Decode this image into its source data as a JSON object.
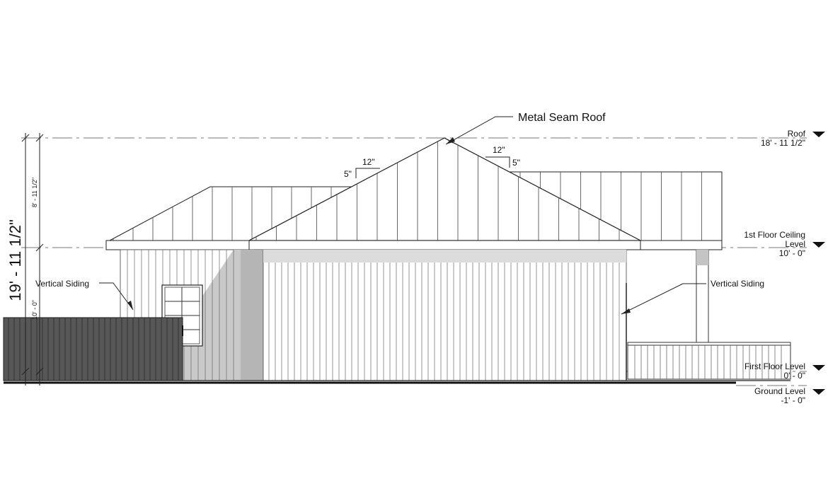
{
  "annotations": {
    "roof_material": "Metal Seam Roof",
    "siding_left": "Vertical Siding",
    "siding_right": "Vertical Siding"
  },
  "pitch_left": {
    "run": "12\"",
    "rise": "5\""
  },
  "pitch_right": {
    "run": "12\"",
    "rise": "5\""
  },
  "levels": [
    {
      "name": "Roof",
      "elevation": "18' - 11 1/2\""
    },
    {
      "name_line1": "1st Floor Ceiling",
      "name_line2": "Level",
      "elevation": "10' - 0\""
    },
    {
      "name": "First Floor Level",
      "elevation": "0' - 0\""
    },
    {
      "name": "Ground Level",
      "elevation": "-1' - 0\""
    }
  ],
  "dimensions": {
    "overall": "19' - 11 1/2\"",
    "upper": "8' - 11 1/2\"",
    "lower": "10' - 0\""
  }
}
